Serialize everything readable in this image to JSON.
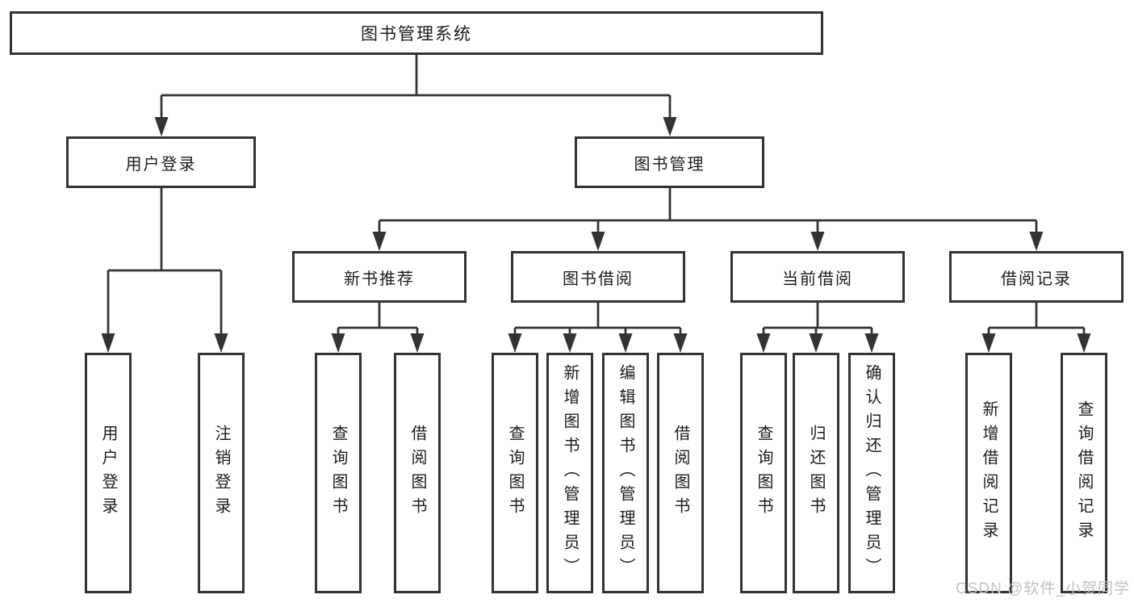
{
  "diagram": {
    "title": "图书管理系统",
    "line_color": "#333333",
    "box_border_color": "#333333",
    "background_color": "#ffffff",
    "root": {
      "label": "图书管理系统"
    },
    "login_branch": {
      "label": "用户登录",
      "children": [
        {
          "label": "用户登录"
        },
        {
          "label": "注销登录"
        }
      ]
    },
    "mgmt_branch": {
      "label": "图书管理",
      "groups": [
        {
          "label": "新书推荐",
          "children": [
            {
              "label": "查询图书"
            },
            {
              "label": "借阅图书"
            }
          ]
        },
        {
          "label": "图书借阅",
          "children": [
            {
              "label": "查询图书"
            },
            {
              "label": "新增图书（管理员）"
            },
            {
              "label": "编辑图书（管理员）"
            },
            {
              "label": "借阅图书"
            }
          ]
        },
        {
          "label": "当前借阅",
          "children": [
            {
              "label": "查询图书"
            },
            {
              "label": "归还图书"
            },
            {
              "label": "确认归还（管理员）"
            }
          ]
        },
        {
          "label": "借阅记录",
          "children": [
            {
              "label": "新增借阅记录"
            },
            {
              "label": "查询借阅记录"
            }
          ]
        }
      ]
    }
  },
  "watermark": {
    "text": "CSDN @软件_小贺同学",
    "color": "#c2c2c2"
  }
}
